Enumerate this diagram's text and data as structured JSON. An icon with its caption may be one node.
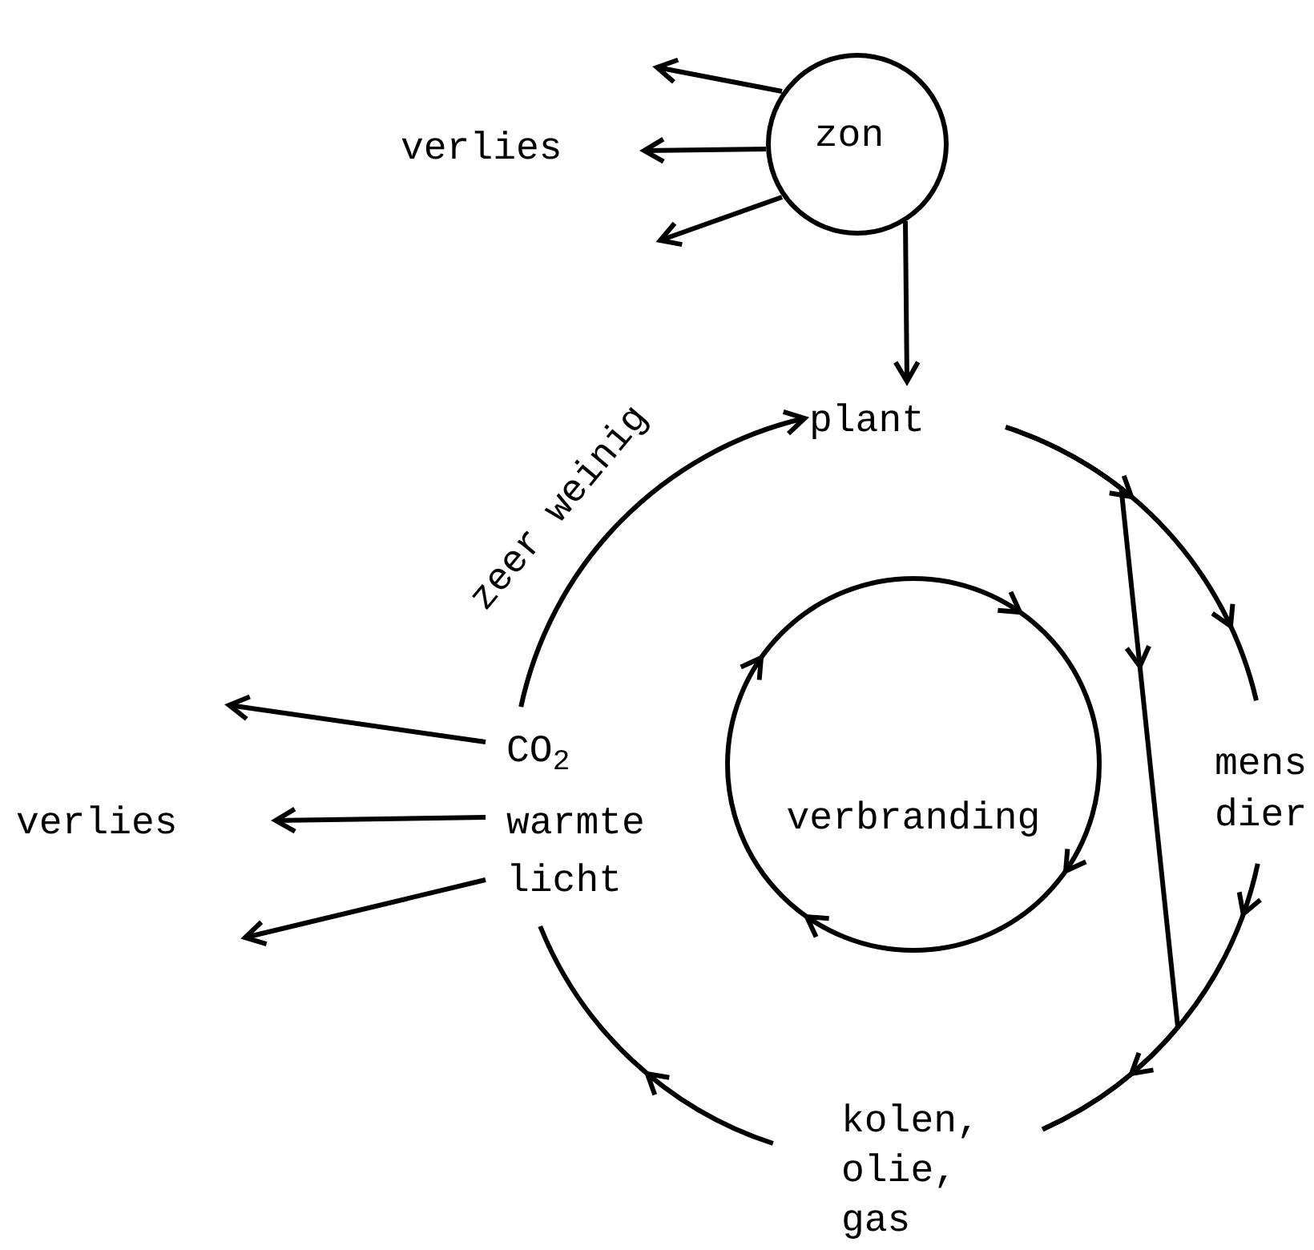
{
  "diagram": {
    "nodes": [
      {
        "text": [
          "zon"
        ]
      },
      {
        "text": [
          "plant"
        ]
      },
      {
        "text": [
          "mens dier"
        ]
      },
      {
        "text": [
          "kolen, olie, gas"
        ]
      },
      {
        "text": [
          "CO$_{2}$"
        ]
      },
      {
        "text": [
          "warmte"
        ]
      },
      {
        "text": [
          "licht"
        ]
      },
      {
        "text": [
          "verbranding"
        ]
      }
    ],
    "edges": [
      {
        "from": 0,
        "to": null,
        "arrow": "to"
      },
      {
        "from": 0,
        "to": null,
        "arrow": "to"
      },
      {
        "from": 0,
        "to": null,
        "arrow": "to"
      },
      {
        "from": 0,
        "to": 1,
        "arrow": "to"
      },
      {
        "from": 1,
        "to": 2,
        "arrow": "to"
      },
      {
        "from": 1,
        "to": 3,
        "arrow": "to"
      },
      {
        "from": 2,
        "to": 3,
        "arrow": "to"
      },
      {
        "from": 3,
        "to": 6,
        "arrow": "to"
      },
      {
        "from": 4,
        "to": 1,
        "arrow": "to",
        "label": "zeer weinig"
      },
      {
        "from": 4,
        "to": null,
        "arrow": "to"
      },
      {
        "from": 5,
        "to": null,
        "arrow": "to"
      },
      {
        "from": 6,
        "to": null,
        "arrow": "to"
      }
    ],
    "labels": [
      "verlies",
      "verlies"
    ]
  }
}
